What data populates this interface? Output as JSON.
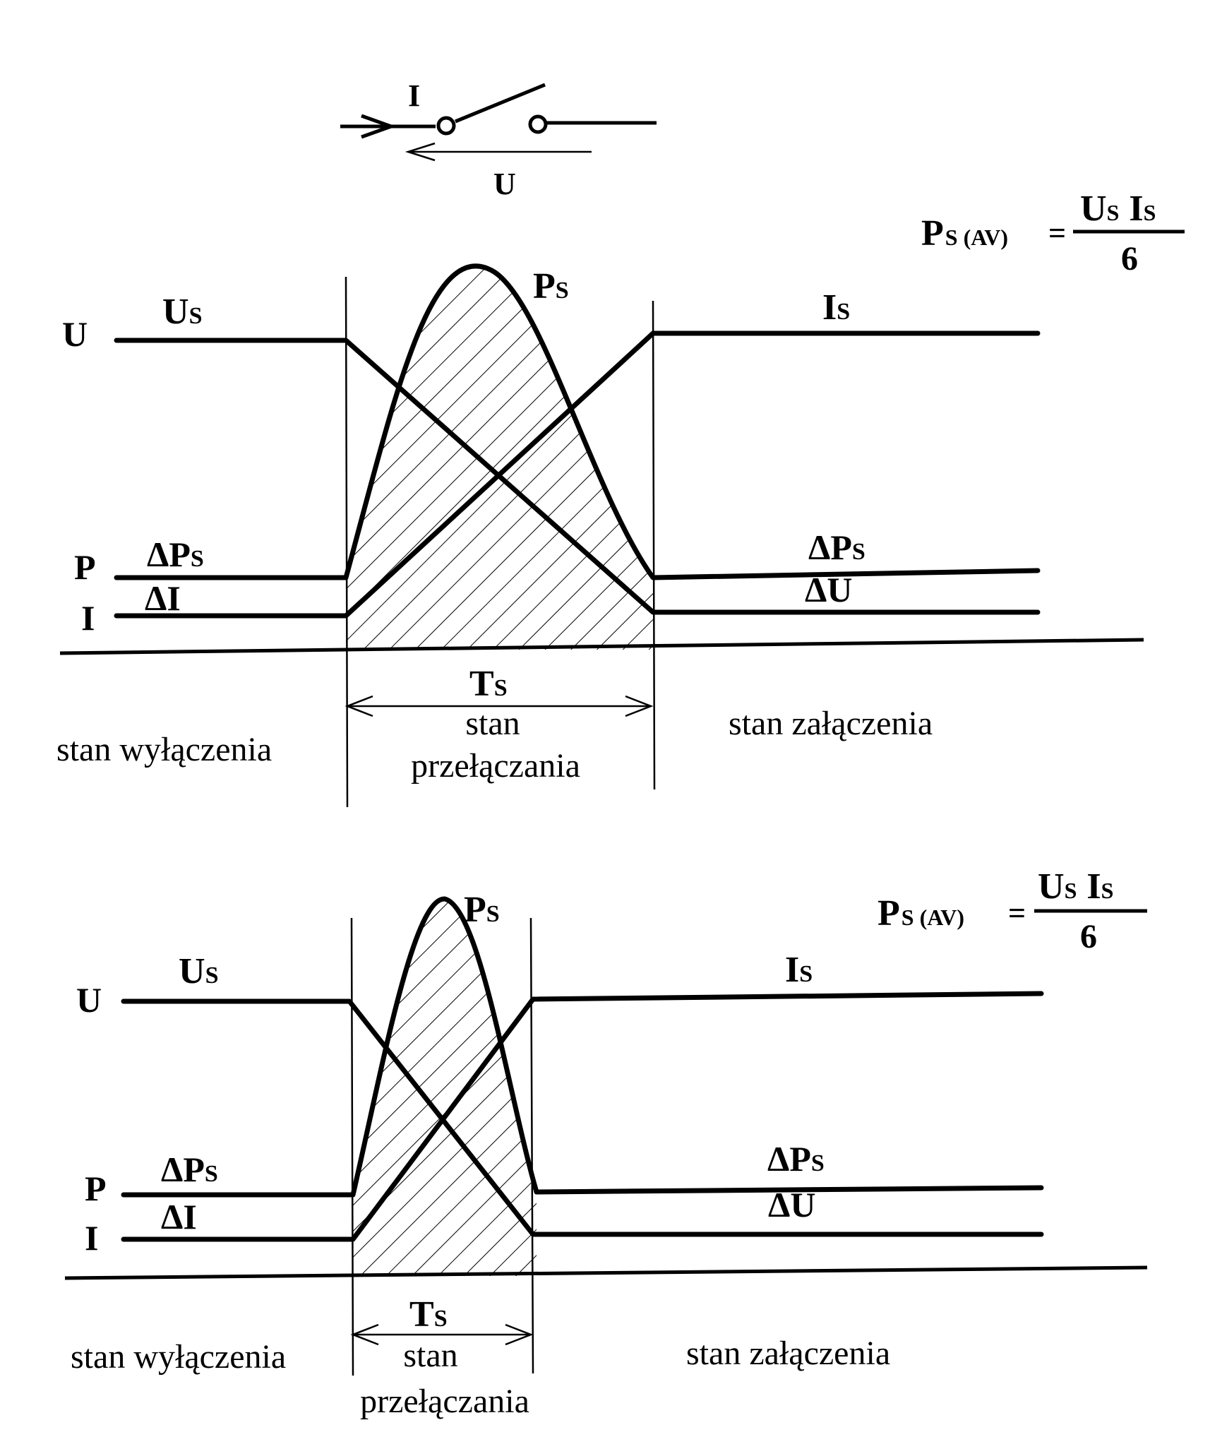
{
  "switch": {
    "current_label": "I",
    "voltage_label": "U"
  },
  "top": {
    "formula": {
      "lhs_main": "P",
      "lhs_sub": "S (AV)",
      "eq": "=",
      "num_us": "U",
      "num_us_sub": "S",
      "num_is": "I",
      "num_is_sub": "S",
      "den": "6"
    },
    "peak_label": {
      "main": "P",
      "sub": "S"
    },
    "axis_u": "U",
    "axis_p": "P",
    "axis_i": "I",
    "us_label": {
      "main": "U",
      "sub": "S"
    },
    "is_label": {
      "main": "I",
      "sub": "S"
    },
    "dps_left": {
      "main": "ΔP",
      "sub": "S"
    },
    "di_left": "ΔI",
    "dps_right": {
      "main": "ΔP",
      "sub": "S"
    },
    "du_right": "ΔU",
    "ts": {
      "main": "T",
      "sub": "S"
    },
    "stan_off": "stan wyłączenia",
    "stan_switch_1": "stan",
    "stan_switch_2": "przełączania",
    "stan_on": "stan załączenia"
  },
  "bottom": {
    "formula": {
      "lhs_main": "P",
      "lhs_sub": "S (AV)",
      "eq": "=",
      "num_us": "U",
      "num_us_sub": "S",
      "num_is": "I",
      "num_is_sub": "S",
      "den": "6"
    },
    "peak_label": {
      "main": "P",
      "sub": "S"
    },
    "axis_u": "U",
    "axis_p": "P",
    "axis_i": "I",
    "us_label": {
      "main": "U",
      "sub": "S"
    },
    "is_label": {
      "main": "I",
      "sub": "S"
    },
    "dps_left": {
      "main": "ΔP",
      "sub": "S"
    },
    "di_left": "ΔI",
    "dps_right": {
      "main": "ΔP",
      "sub": "S"
    },
    "du_right": "ΔU",
    "ts": {
      "main": "T",
      "sub": "S"
    },
    "stan_off": "stan wyłączenia",
    "stan_switch_1": "stan",
    "stan_switch_2": "przełączania",
    "stan_on": "stan załączenia"
  }
}
